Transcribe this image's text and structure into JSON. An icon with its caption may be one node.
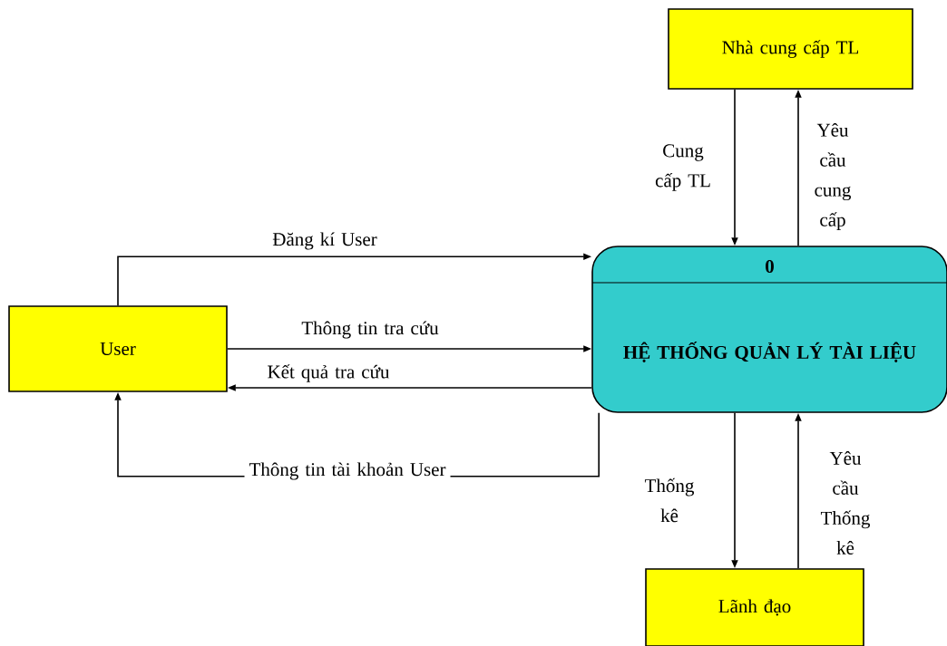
{
  "diagram": {
    "nodes": [
      {
        "text": [
          "User"
        ]
      },
      {
        "text": [
          "Nhà cung cấp TL"
        ]
      },
      {
        "text": [
          "0",
          "HỆ THỐNG QUẢN LÝ TÀI LIỆU"
        ]
      },
      {
        "text": [
          "Lãnh đạo"
        ]
      }
    ],
    "edges": [
      {
        "from": 0,
        "to": 2,
        "arrow": "to",
        "label": "Đăng kí User"
      },
      {
        "from": 0,
        "to": 2,
        "arrow": "to",
        "label": "Thông tin tra cứu"
      },
      {
        "from": 2,
        "to": 0,
        "arrow": "to",
        "label": "Kết quả tra cứu"
      },
      {
        "from": 2,
        "to": 0,
        "arrow": "to",
        "label": "Thông tin tài khoản User"
      },
      {
        "from": 1,
        "to": 2,
        "arrow": "to",
        "label": "Cung cấp TL"
      },
      {
        "from": 2,
        "to": 1,
        "arrow": "to",
        "label": "Yêu cầu cung cấp"
      },
      {
        "from": 2,
        "to": 3,
        "arrow": "to",
        "label": "Thống kê"
      },
      {
        "from": 3,
        "to": 2,
        "arrow": "to",
        "label": "Yêu cầu Thống kê"
      }
    ]
  }
}
